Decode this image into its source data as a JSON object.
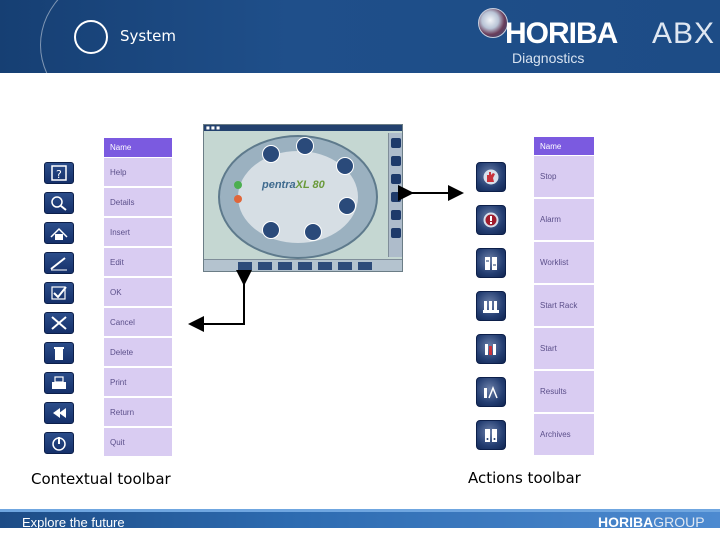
{
  "header": {
    "title": "System",
    "brand": "HORIBA",
    "brand_suffix": "ABX",
    "brand_sub": "Diagnostics"
  },
  "contextual_toolbar": {
    "caption": "Contextual toolbar",
    "header_label": "Name",
    "items": [
      {
        "label": "Help",
        "icon": "help-icon"
      },
      {
        "label": "Details",
        "icon": "details-icon"
      },
      {
        "label": "Insert",
        "icon": "insert-icon"
      },
      {
        "label": "Edit",
        "icon": "edit-icon"
      },
      {
        "label": "OK",
        "icon": "ok-icon"
      },
      {
        "label": "Cancel",
        "icon": "cancel-icon"
      },
      {
        "label": "Delete",
        "icon": "delete-icon"
      },
      {
        "label": "Print",
        "icon": "print-icon"
      },
      {
        "label": "Return",
        "icon": "return-icon"
      },
      {
        "label": "Quit",
        "icon": "quit-icon"
      }
    ]
  },
  "actions_toolbar": {
    "caption": "Actions toolbar",
    "header_label": "Name",
    "items": [
      {
        "label": "Stop",
        "icon": "stop-hand-icon"
      },
      {
        "label": "Alarm",
        "icon": "alarm-icon"
      },
      {
        "label": "Worklist",
        "icon": "worklist-icon"
      },
      {
        "label": "Start Rack",
        "icon": "start-rack-icon"
      },
      {
        "label": "Start",
        "icon": "start-icon"
      },
      {
        "label": "Results",
        "icon": "results-icon"
      },
      {
        "label": "Archives",
        "icon": "archives-icon"
      }
    ]
  },
  "screen": {
    "logo_left": "pentra",
    "logo_right": "XL 80"
  },
  "footer": {
    "tagline": "Explore the future",
    "brand": "HORIBA",
    "brand_suffix": "GROUP"
  },
  "colors": {
    "header_bg": "#1f4f8a",
    "label_bg": "#d9ccf2",
    "label_head_bg": "#7b5ae0",
    "icon_bg": "#15306a"
  }
}
